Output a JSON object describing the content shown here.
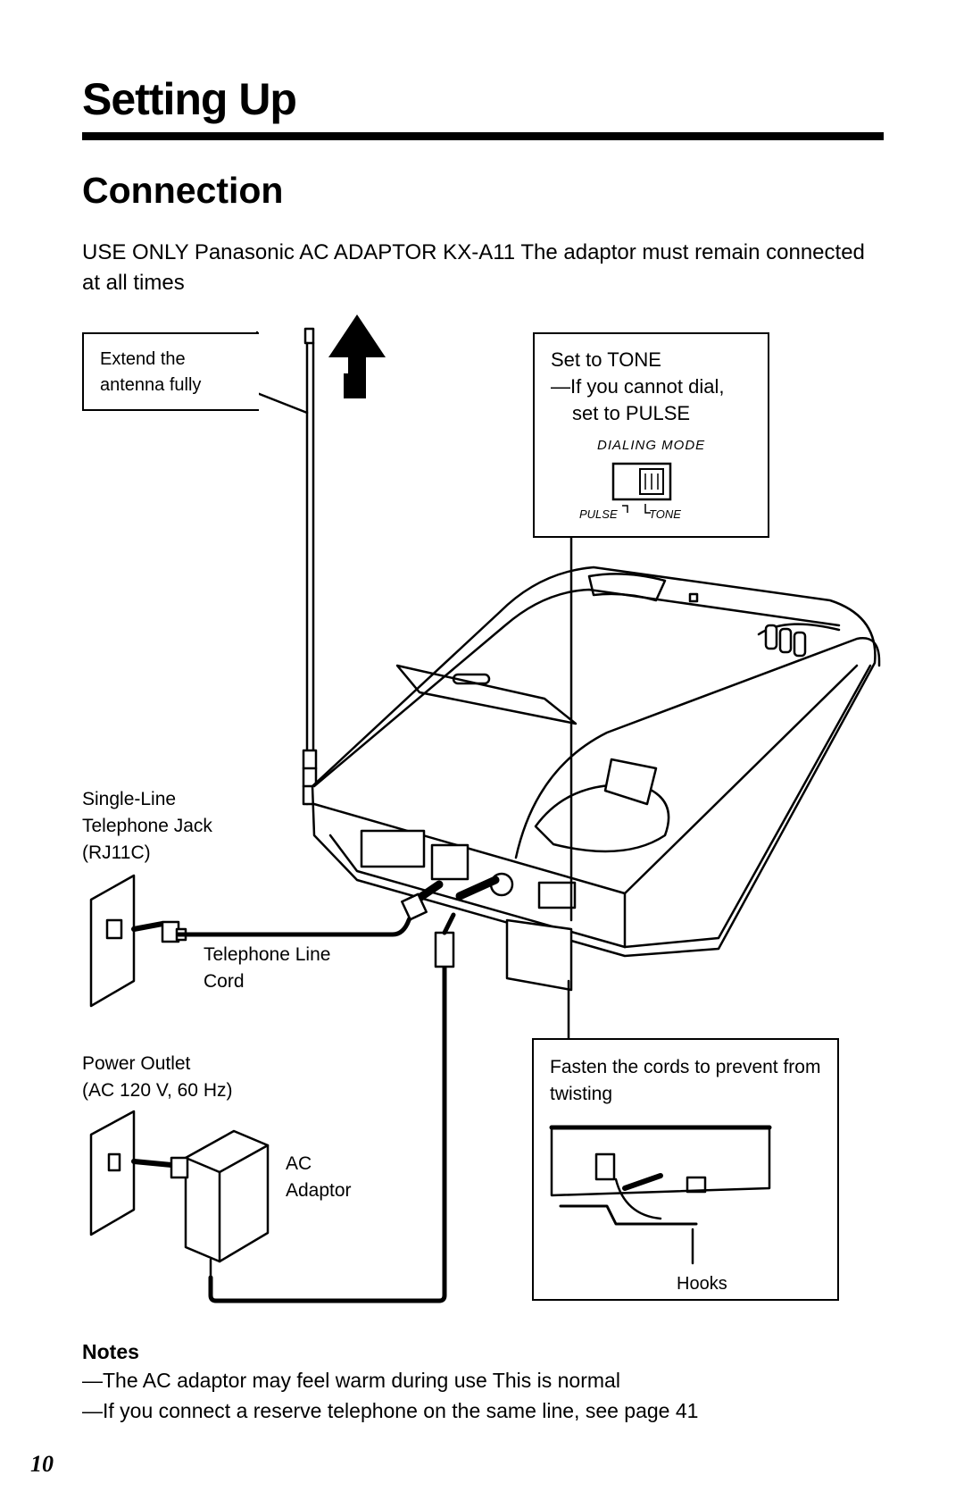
{
  "page": {
    "title": "Setting Up",
    "section_title": "Connection",
    "intro": "USE ONLY Panasonic AC ADAPTOR KX-A11 The adaptor must remain connected at all times",
    "page_number": "10"
  },
  "callouts": {
    "antenna": [
      "Extend the",
      "antenna fully"
    ],
    "tone": [
      "Set to TONE",
      "—If you cannot dial,",
      "  set to PULSE"
    ],
    "dialing_mode": "DIALING MODE",
    "switch_pulse": "PULSE",
    "switch_tone": "TONE",
    "fasten": "Fasten the cords to prevent from twisting",
    "hooks": "Hooks"
  },
  "labels": {
    "jack": [
      "Single-Line",
      "Telephone Jack",
      "(RJ11C)"
    ],
    "line_cord": [
      "Telephone Line",
      "Cord"
    ],
    "outlet": [
      "Power Outlet",
      "(AC 120 V, 60 Hz)"
    ],
    "adaptor": [
      "AC",
      "Adaptor"
    ]
  },
  "notes": {
    "heading": "Notes",
    "items": [
      "—The AC adaptor may feel warm during use This is normal",
      "—If you connect a reserve telephone on the same line, see page 41"
    ]
  }
}
